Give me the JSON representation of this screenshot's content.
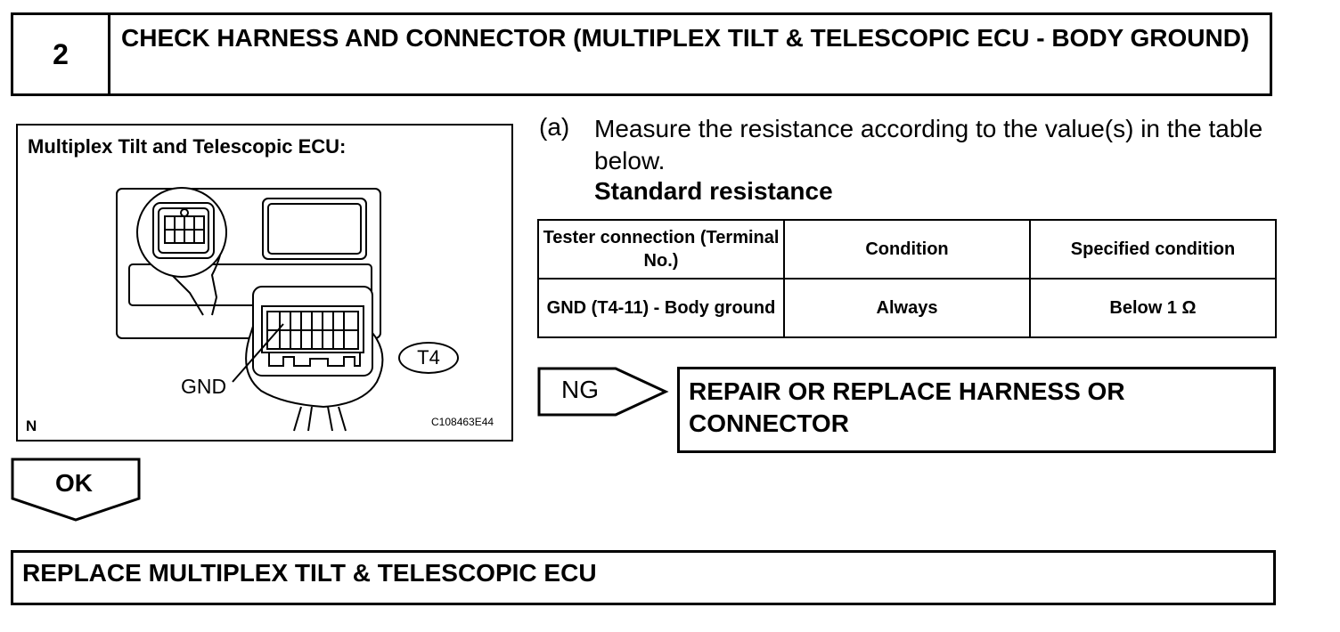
{
  "step": {
    "number": "2",
    "title": "CHECK HARNESS AND CONNECTOR (MULTIPLEX TILT & TELESCOPIC ECU - BODY GROUND)"
  },
  "figure": {
    "caption": "Multiplex Tilt and Telescopic ECU:",
    "connector_label": "T4",
    "pin_label": "GND",
    "corner_mark": "N",
    "figure_code": "C108463E44"
  },
  "instruction": {
    "marker": "(a)",
    "text": "Measure the resistance according to the value(s) in the table below.",
    "standard_heading": "Standard resistance"
  },
  "table": {
    "headers": [
      "Tester connection (Terminal No.)",
      "Condition",
      "Specified condition"
    ],
    "rows": [
      [
        "GND (T4-11) - Body ground",
        "Always",
        "Below 1 Ω"
      ]
    ]
  },
  "ng": {
    "label": "NG",
    "action": "REPAIR OR REPLACE HARNESS OR CONNECTOR"
  },
  "ok": {
    "label": "OK"
  },
  "final": {
    "action": "REPLACE MULTIPLEX TILT & TELESCOPIC ECU"
  }
}
